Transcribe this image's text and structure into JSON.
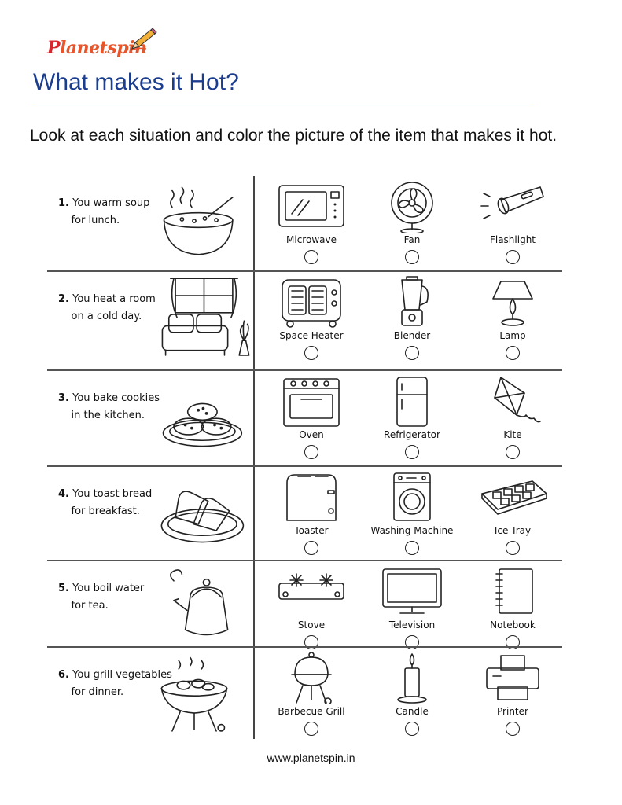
{
  "brand": {
    "logo_text": "Planetspin",
    "colors": {
      "logo_p": "#d7262e",
      "logo_rest": "#e8552b",
      "title": "#1a3d8f",
      "rule": "#4a6fc0"
    }
  },
  "title": "What makes it Hot?",
  "instructions": "Look at each situation and color the picture of the item that makes it hot.",
  "questions": [
    {
      "number": "1.",
      "line1": "You warm soup",
      "line2": "for lunch.",
      "scene_icon": "soup-bowl-icon",
      "options": [
        {
          "label": "Microwave",
          "icon": "microwave-icon"
        },
        {
          "label": "Fan",
          "icon": "fan-icon"
        },
        {
          "label": "Flashlight",
          "icon": "flashlight-icon"
        }
      ]
    },
    {
      "number": "2.",
      "line1": "You heat a room",
      "line2": "on a cold day.",
      "scene_icon": "living-room-icon",
      "options": [
        {
          "label": "Space Heater",
          "icon": "space-heater-icon"
        },
        {
          "label": "Blender",
          "icon": "blender-icon"
        },
        {
          "label": "Lamp",
          "icon": "lamp-icon"
        }
      ]
    },
    {
      "number": "3.",
      "line1": "You bake cookies",
      "line2": "in the kitchen.",
      "scene_icon": "cookies-plate-icon",
      "options": [
        {
          "label": "Oven",
          "icon": "oven-icon"
        },
        {
          "label": "Refrigerator",
          "icon": "refrigerator-icon"
        },
        {
          "label": "Kite",
          "icon": "kite-icon"
        }
      ]
    },
    {
      "number": "4.",
      "line1": "You toast bread",
      "line2": "for breakfast.",
      "scene_icon": "toast-plate-icon",
      "options": [
        {
          "label": "Toaster",
          "icon": "toaster-icon"
        },
        {
          "label": "Washing Machine",
          "icon": "washing-machine-icon"
        },
        {
          "label": "Ice Tray",
          "icon": "ice-tray-icon"
        }
      ]
    },
    {
      "number": "5.",
      "line1": "You boil water",
      "line2": "for tea.",
      "scene_icon": "kettle-icon",
      "options": [
        {
          "label": "Stove",
          "icon": "stove-icon"
        },
        {
          "label": "Television",
          "icon": "television-icon"
        },
        {
          "label": "Notebook",
          "icon": "notebook-icon"
        }
      ]
    },
    {
      "number": "6.",
      "line1": "You grill vegetables",
      "line2": "for dinner.",
      "scene_icon": "grilling-icon",
      "options": [
        {
          "label": "Barbecue Grill",
          "icon": "barbecue-grill-icon"
        },
        {
          "label": "Candle",
          "icon": "candle-icon"
        },
        {
          "label": "Printer",
          "icon": "printer-icon"
        }
      ]
    }
  ],
  "footer": "www.planetspin.in"
}
